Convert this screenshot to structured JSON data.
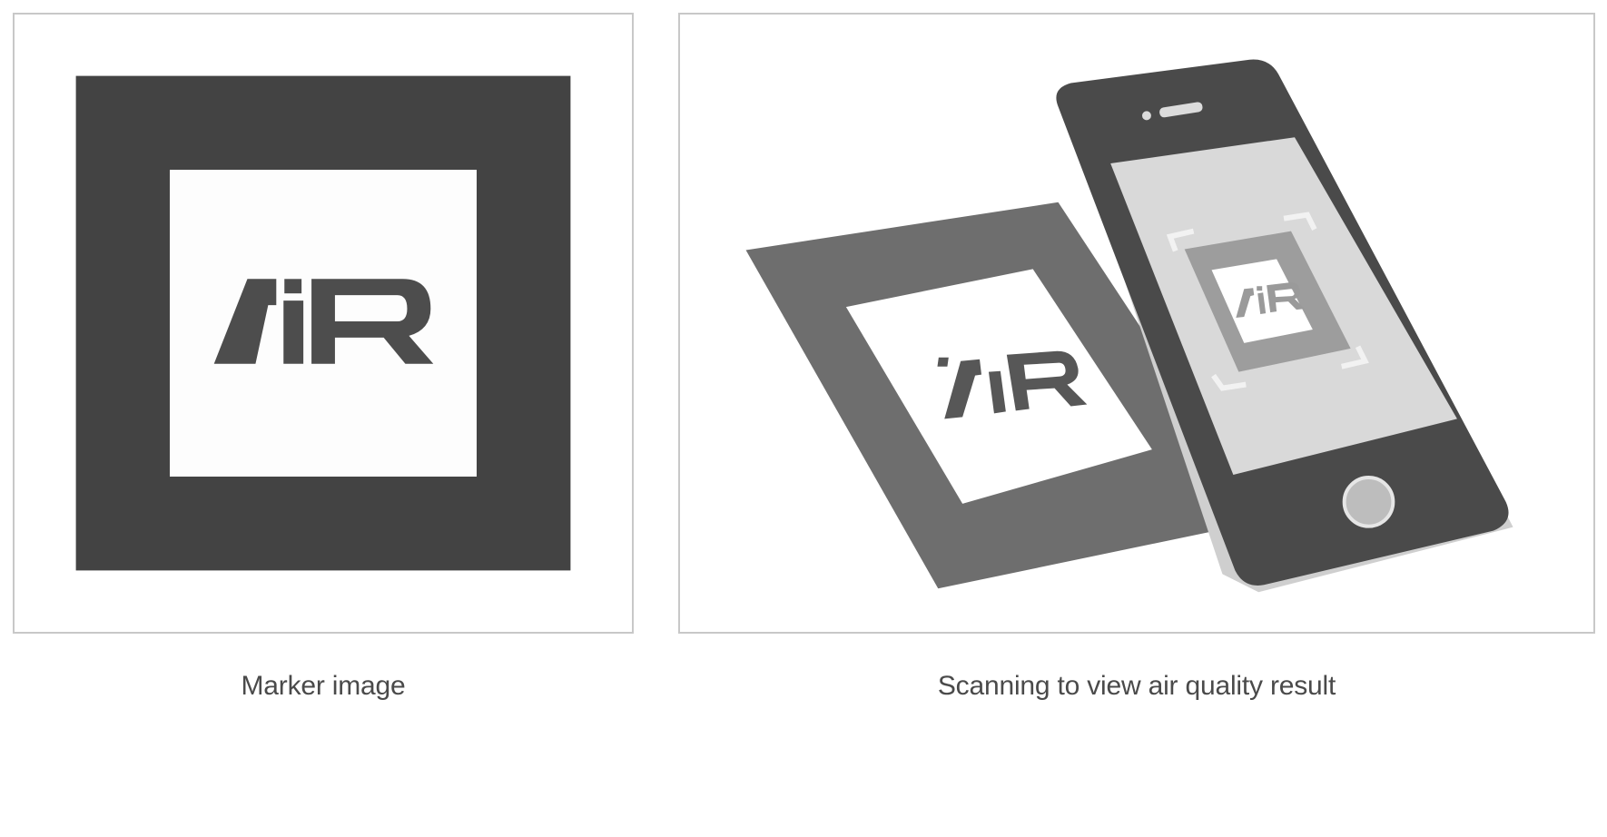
{
  "figures": [
    {
      "caption": "Marker image",
      "logo_text": "AiR"
    },
    {
      "caption": "Scanning to view air quality result",
      "logo_text": "AiR"
    }
  ],
  "colors": {
    "marker_frame": "#434343",
    "marker_logo": "#4d4d4d",
    "tilted_frame": "#6e6e6e",
    "phone_body": "#4a4a4a",
    "phone_screen": "#d9d9d9",
    "panel_border": "#c8c8c8",
    "caption_text": "#4a4a4a"
  }
}
